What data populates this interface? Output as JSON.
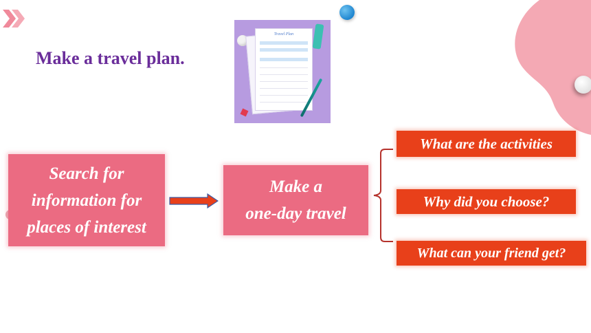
{
  "slide": {
    "title": "Make a travel plan.",
    "image": {
      "doc_title": "Travel Plan"
    },
    "flow": {
      "source_box": {
        "lines": [
          "Search for",
          "information for",
          "places of interest"
        ]
      },
      "middle_box": {
        "lines": [
          "Make a",
          "one-day travel"
        ]
      },
      "questions": [
        "What are the activities",
        "Why did you choose?",
        "What can your friend  get?"
      ]
    }
  },
  "colors": {
    "title": "#6a2d9a",
    "pink_box": "#eb6b82",
    "red_box": "#e8401a",
    "arrow": "#e8401a",
    "arrow_outline": "#3a5ba8",
    "bracket": "#b5322c",
    "accent_chevron": "#f08a9b",
    "blob": "#f4a9b4"
  },
  "icons": {
    "chevrons": "double-chevron-right-icon",
    "arrow": "right-arrow-icon",
    "bracket": "left-brace-icon"
  }
}
